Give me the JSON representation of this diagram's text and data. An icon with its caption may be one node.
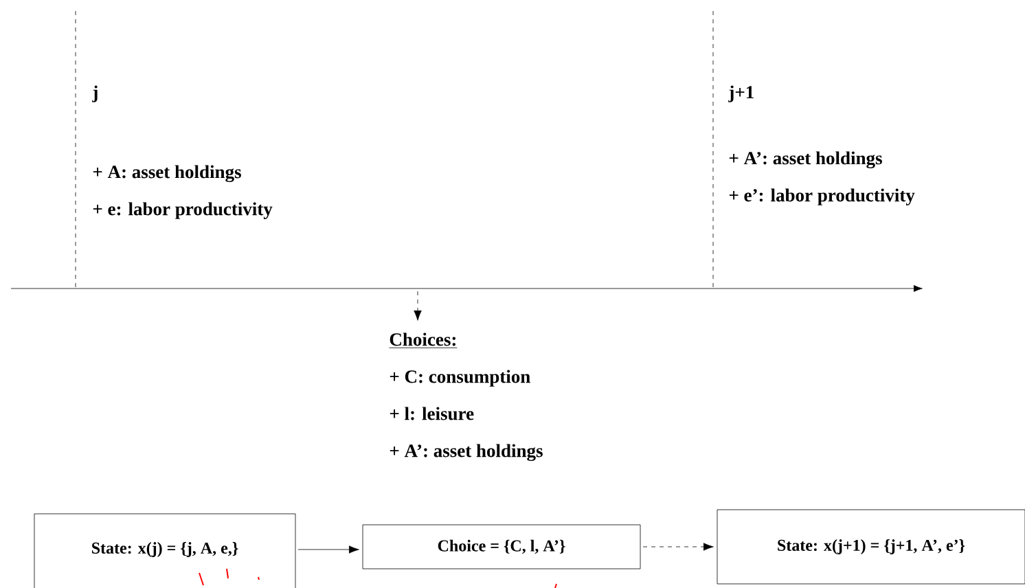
{
  "diagram": {
    "nodes": [
      {
        "text": [
          "Choices:",
          "+ C: consumption",
          "+ l: leisure",
          "+ A’: asset holdings"
        ]
      },
      {
        "text": [
          "State: x(j) = {j, A, e,}"
        ]
      },
      {
        "text": [
          "Choice = {C, l, A’}"
        ]
      },
      {
        "text": [
          "State: x(j+1) = {j+1, A’, e’}"
        ]
      }
    ],
    "edges": [
      {
        "from": null,
        "to": 0,
        "arrow": "to",
        "style": "dashed"
      },
      {
        "from": 1,
        "to": 2,
        "arrow": "to"
      },
      {
        "from": 2,
        "to": 3,
        "arrow": "to",
        "style": "dashed"
      }
    ],
    "labels": [
      "j",
      "+ A: asset holdings",
      "+ e: labor productivity",
      "j+1",
      "+ A’: asset holdings",
      "+ e’: labor productivity"
    ]
  }
}
